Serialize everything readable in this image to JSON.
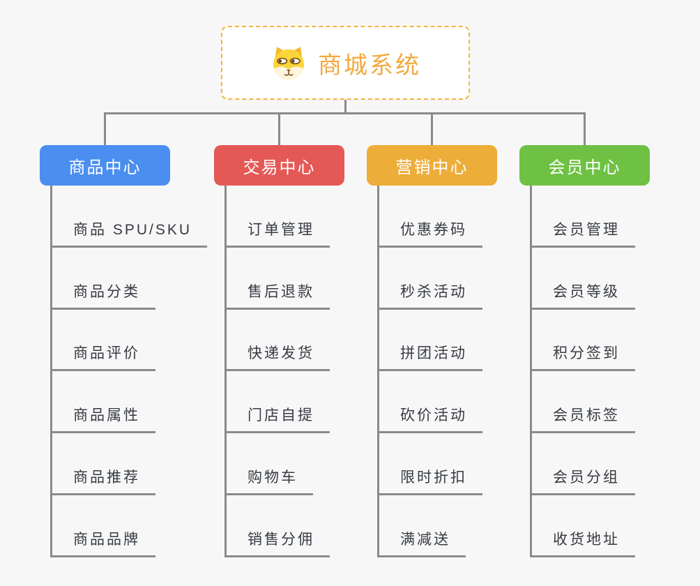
{
  "root": {
    "title": "商城系统",
    "icon": "dog-face-icon",
    "accent": "#f2a93e",
    "border_color": "#f5b43e",
    "background": "#ffffff"
  },
  "connector_color": "#8a8a8a",
  "canvas_background": "#f7f7f7",
  "branches": [
    {
      "label": "商品中心",
      "color": "#4a8ff0",
      "items": [
        "商品 SPU/SKU",
        "商品分类",
        "商品评价",
        "商品属性",
        "商品推荐",
        "商品品牌"
      ]
    },
    {
      "label": "交易中心",
      "color": "#e45956",
      "items": [
        "订单管理",
        "售后退款",
        "快递发货",
        "门店自提",
        "购物车",
        "销售分佣"
      ]
    },
    {
      "label": "营销中心",
      "color": "#edad39",
      "items": [
        "优惠券码",
        "秒杀活动",
        "拼团活动",
        "砍价活动",
        "限时折扣",
        "满减送"
      ]
    },
    {
      "label": "会员中心",
      "color": "#6fc144",
      "items": [
        "会员管理",
        "会员等级",
        "积分签到",
        "会员标签",
        "会员分组",
        "收货地址"
      ]
    }
  ]
}
